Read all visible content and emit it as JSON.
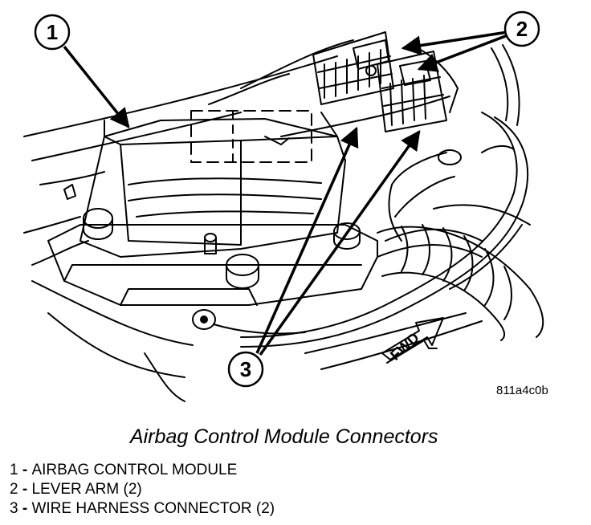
{
  "callouts": [
    {
      "number": "1"
    },
    {
      "number": "2"
    },
    {
      "number": "3"
    }
  ],
  "fwd_label": "FWD",
  "ref_code": "811a4c0b",
  "caption": "Airbag Control Module Connectors",
  "legend": [
    {
      "number": "1",
      "sep": " - ",
      "text": "AIRBAG CONTROL MODULE"
    },
    {
      "number": "2",
      "sep": " - ",
      "text": "LEVER ARM (2)"
    },
    {
      "number": "3",
      "sep": " - ",
      "text": "WIRE HARNESS CONNECTOR (2)"
    }
  ]
}
